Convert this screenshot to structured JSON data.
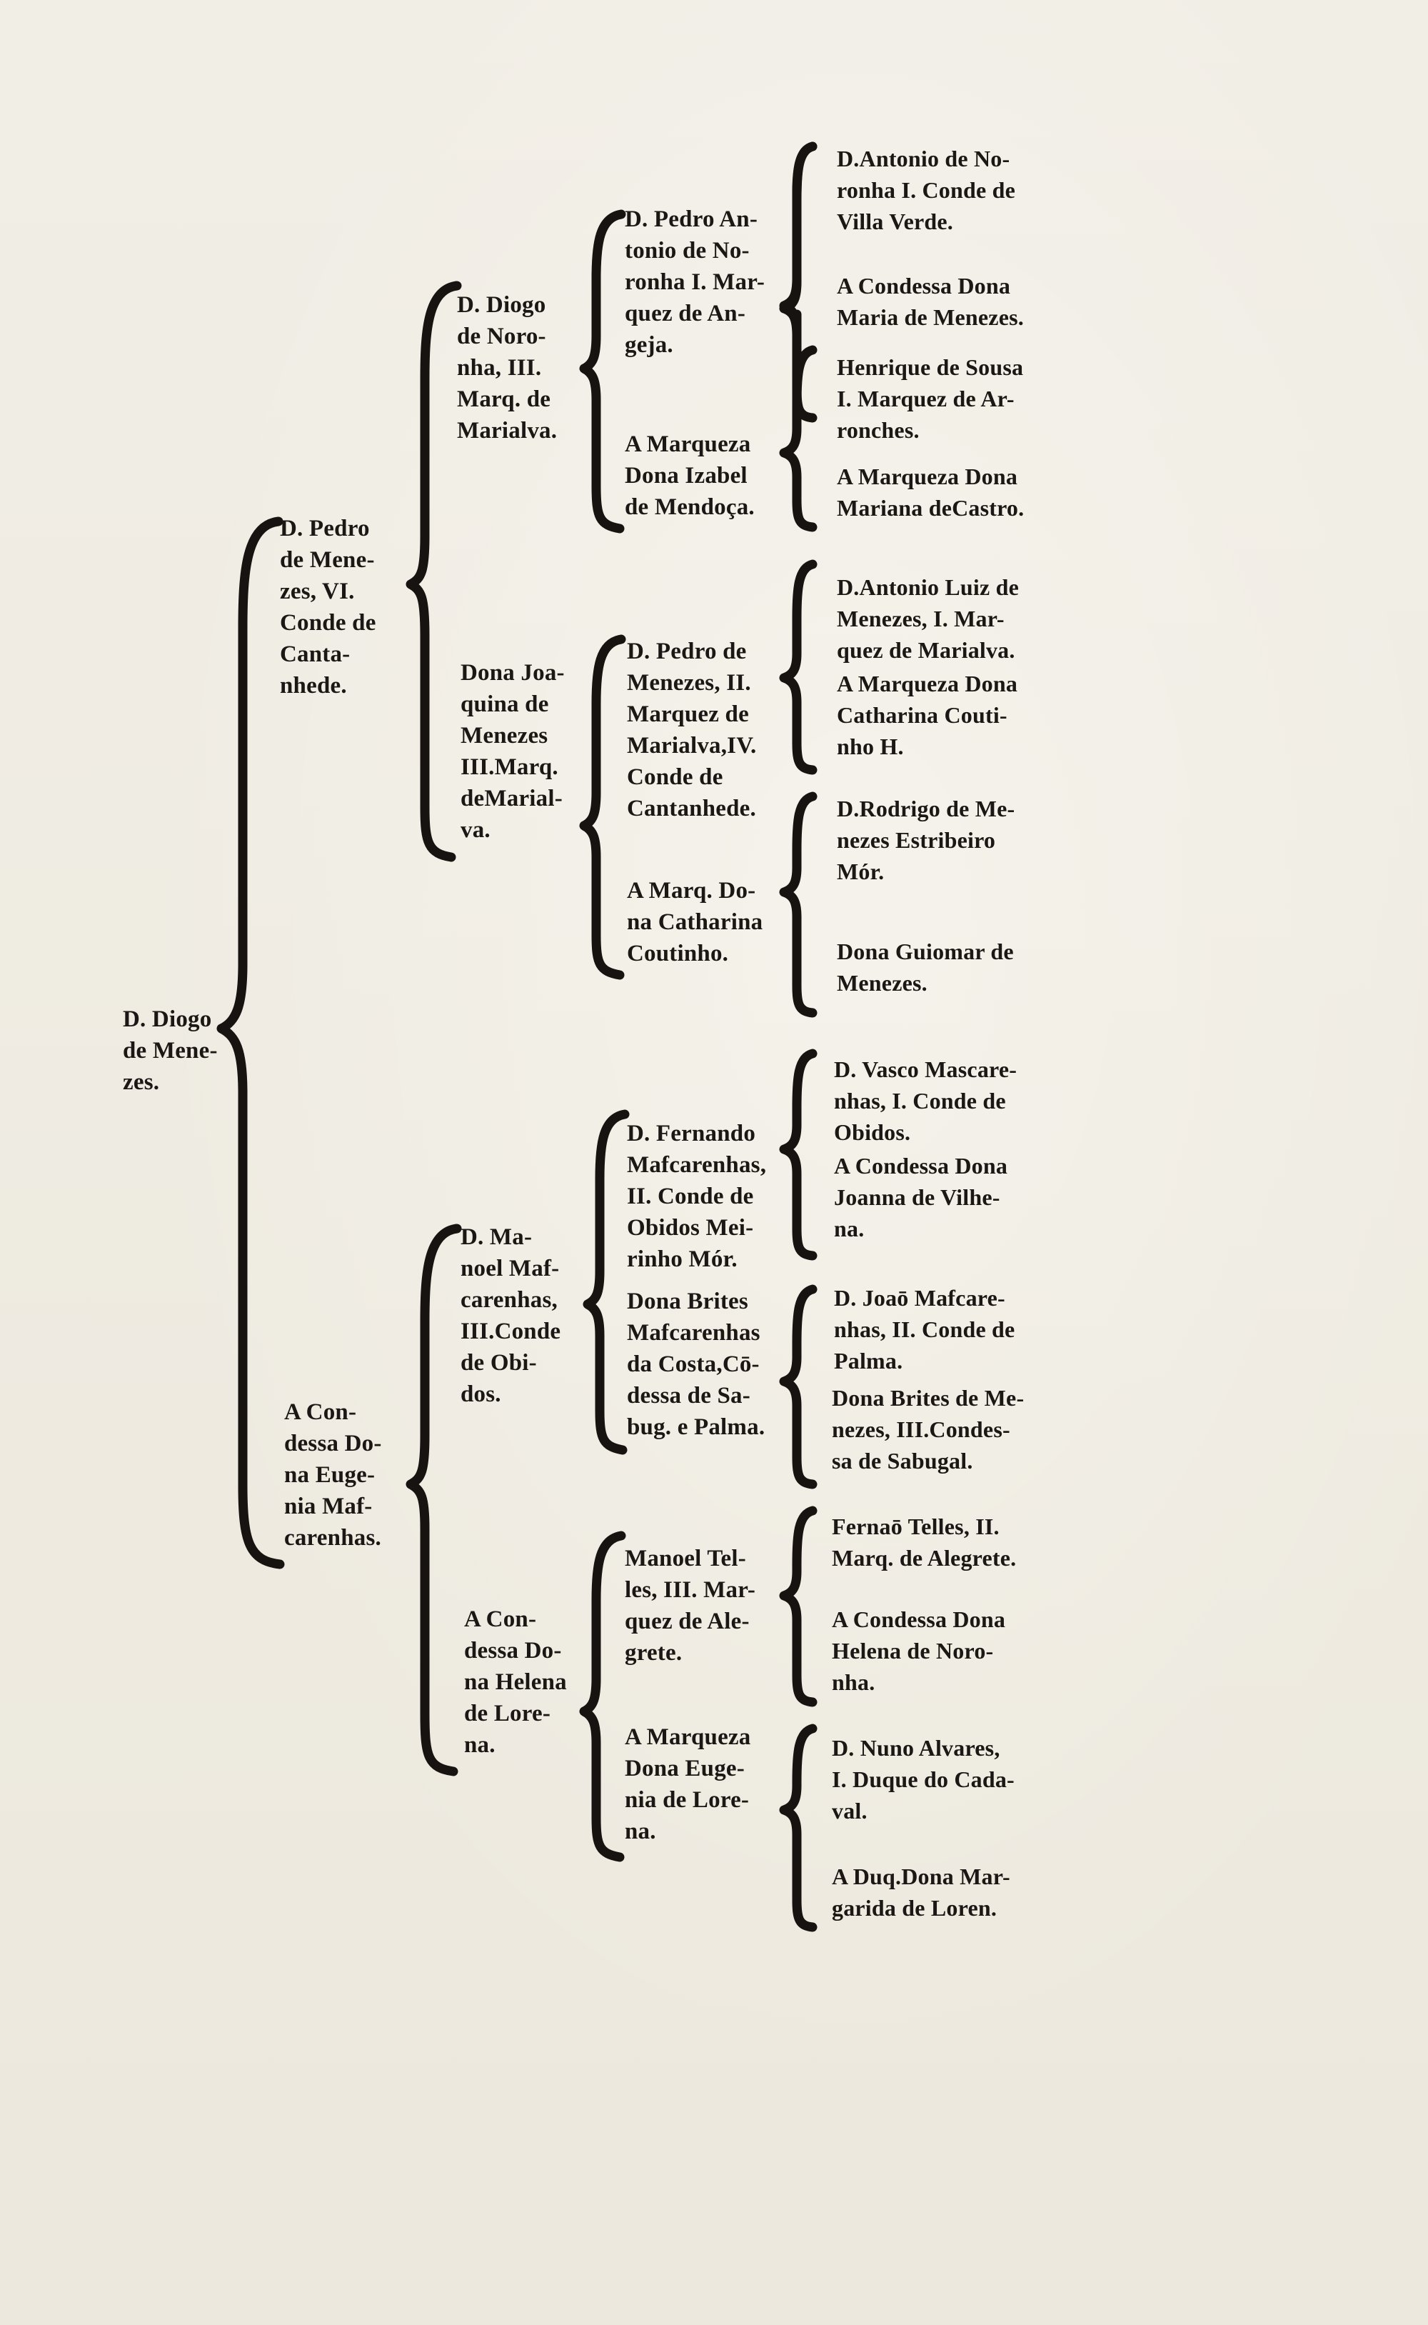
{
  "genealogy": {
    "root": "D. Diogo\nde Mene-\nzes.",
    "father": "D. Pedro\nde Mene-\nzes, VI.\nConde de\nCanta-\nnhede.",
    "mother": "A Con-\ndessa Do-\nna Euge-\nnia Maf-\ncarenhas.",
    "paternal_grandfather": "D. Diogo\nde Noro-\nnha, III.\nMarq. de\nMarialva.",
    "paternal_grandmother": "Dona Joa-\nquina de\nMenezes\nIII.Marq.\ndeMarial-\nva.",
    "maternal_grandfather": "D. Ma-\nnoel Maf-\ncarenhas,\nIII.Conde\nde Obi-\ndos.",
    "maternal_grandmother": "A Con-\ndessa Do-\nna Helena\nde Lore-\nna.",
    "ggf_pp": "D. Pedro An-\ntonio de No-\nronha I. Mar-\nquez de An-\ngeja.",
    "ggm_pp": "A Marqueza\nDona Izabel\nde Mendoça.",
    "ggf_pm": "D. Pedro de\nMenezes, II.\nMarquez de\nMarialva,IV.\nConde de\nCantanhede.",
    "ggm_pm": "A Marq. Do-\nna Catharina\nCoutinho.",
    "ggf_mp": "D. Fernando\nMafcarenhas,\nII. Conde de\nObidos Mei-\nrinho Mór.",
    "ggm_mp": "Dona Brites\nMafcarenhas\nda Costa,Cō-\ndessa de Sa-\nbug. e Palma.",
    "ggf_mm": "Manoel Tel-\nles, III. Mar-\nquez de Ale-\ngrete.",
    "ggm_mm": "A Marqueza\nDona Euge-\nnia de Lore-\nna.",
    "g5": [
      "D.Antonio de No-\nronha I. Conde de\nVilla Verde.",
      "A Condessa Dona\nMaria de Menezes.",
      "Henrique de Sousa\nI. Marquez de Ar-\nronches.",
      "A Marqueza Dona\nMariana deCastro.",
      "D.Antonio Luiz de\nMenezes, I. Mar-\nquez de Marialva.",
      "A Marqueza Dona\nCatharina Couti-\nnho H.",
      "D.Rodrigo de Me-\nnezes Estribeiro\nMór.",
      "Dona Guiomar de\nMenezes.",
      "D. Vasco Mascare-\nnhas, I. Conde de\nObidos.",
      "A Condessa Dona\nJoanna de Vilhe-\nna.",
      "D. Joaō Mafcare-\nnhas, II. Conde de\nPalma.",
      "Dona Brites de Me-\nnezes, III.Condes-\nsa de Sabugal.",
      "Fernaō Telles, II.\nMarq. de Alegrete.",
      "A Condessa Dona\nHelena de Noro-\nnha.",
      "D. Nuno Alvares,\nI. Duque do Cada-\nval.",
      "A Duq.Dona Mar-\ngarida de Loren."
    ]
  }
}
